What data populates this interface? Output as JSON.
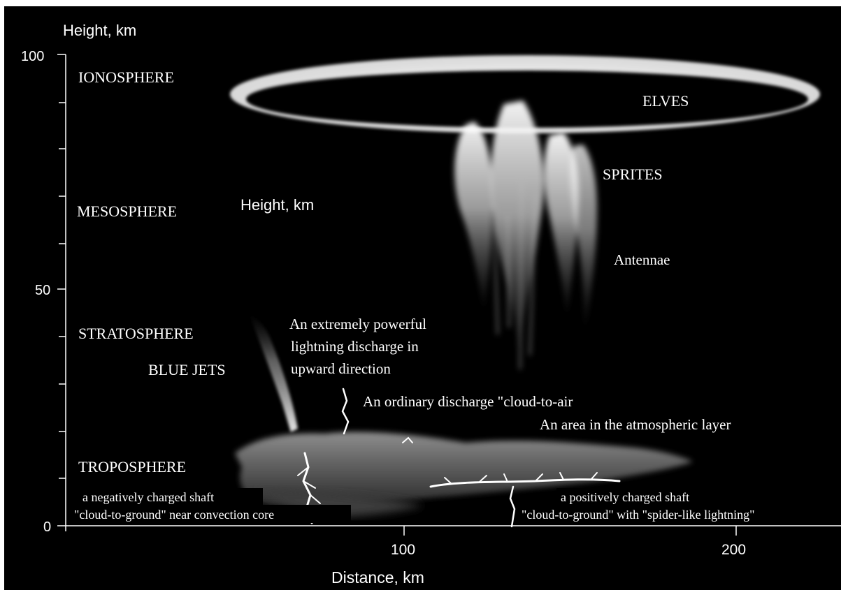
{
  "axes": {
    "y_title": "Height, km",
    "x_title": "Distance, km",
    "y_ticks": [
      "100",
      "50",
      "0"
    ],
    "x_ticks": [
      "100",
      "200"
    ]
  },
  "layers": {
    "ionosphere": "IONOSPHERE",
    "mesosphere": "MESOSPHERE",
    "stratosphere": "STRATOSPHERE",
    "troposphere": "TROPOSPHERE"
  },
  "phenomena": {
    "elves": "ELVES",
    "sprites": "SPRITES",
    "antennae": "Antennae",
    "blue_jets": "BLUE JETS",
    "mid_label": "Height, km"
  },
  "annotations": {
    "upward_1": "An extremely powerful",
    "upward_2": "lightning discharge in",
    "upward_3": "upward direction",
    "cloud_to_air": "An ordinary discharge \"cloud-to-air",
    "atmos_area": "An area in the atmospheric layer",
    "neg_1": "a negatively charged shaft",
    "neg_2": "\"cloud-to-ground\" near convection core",
    "pos_1": "a positively charged shaft",
    "pos_2": "\"cloud-to-ground\" with \"spider-like lightning\""
  }
}
